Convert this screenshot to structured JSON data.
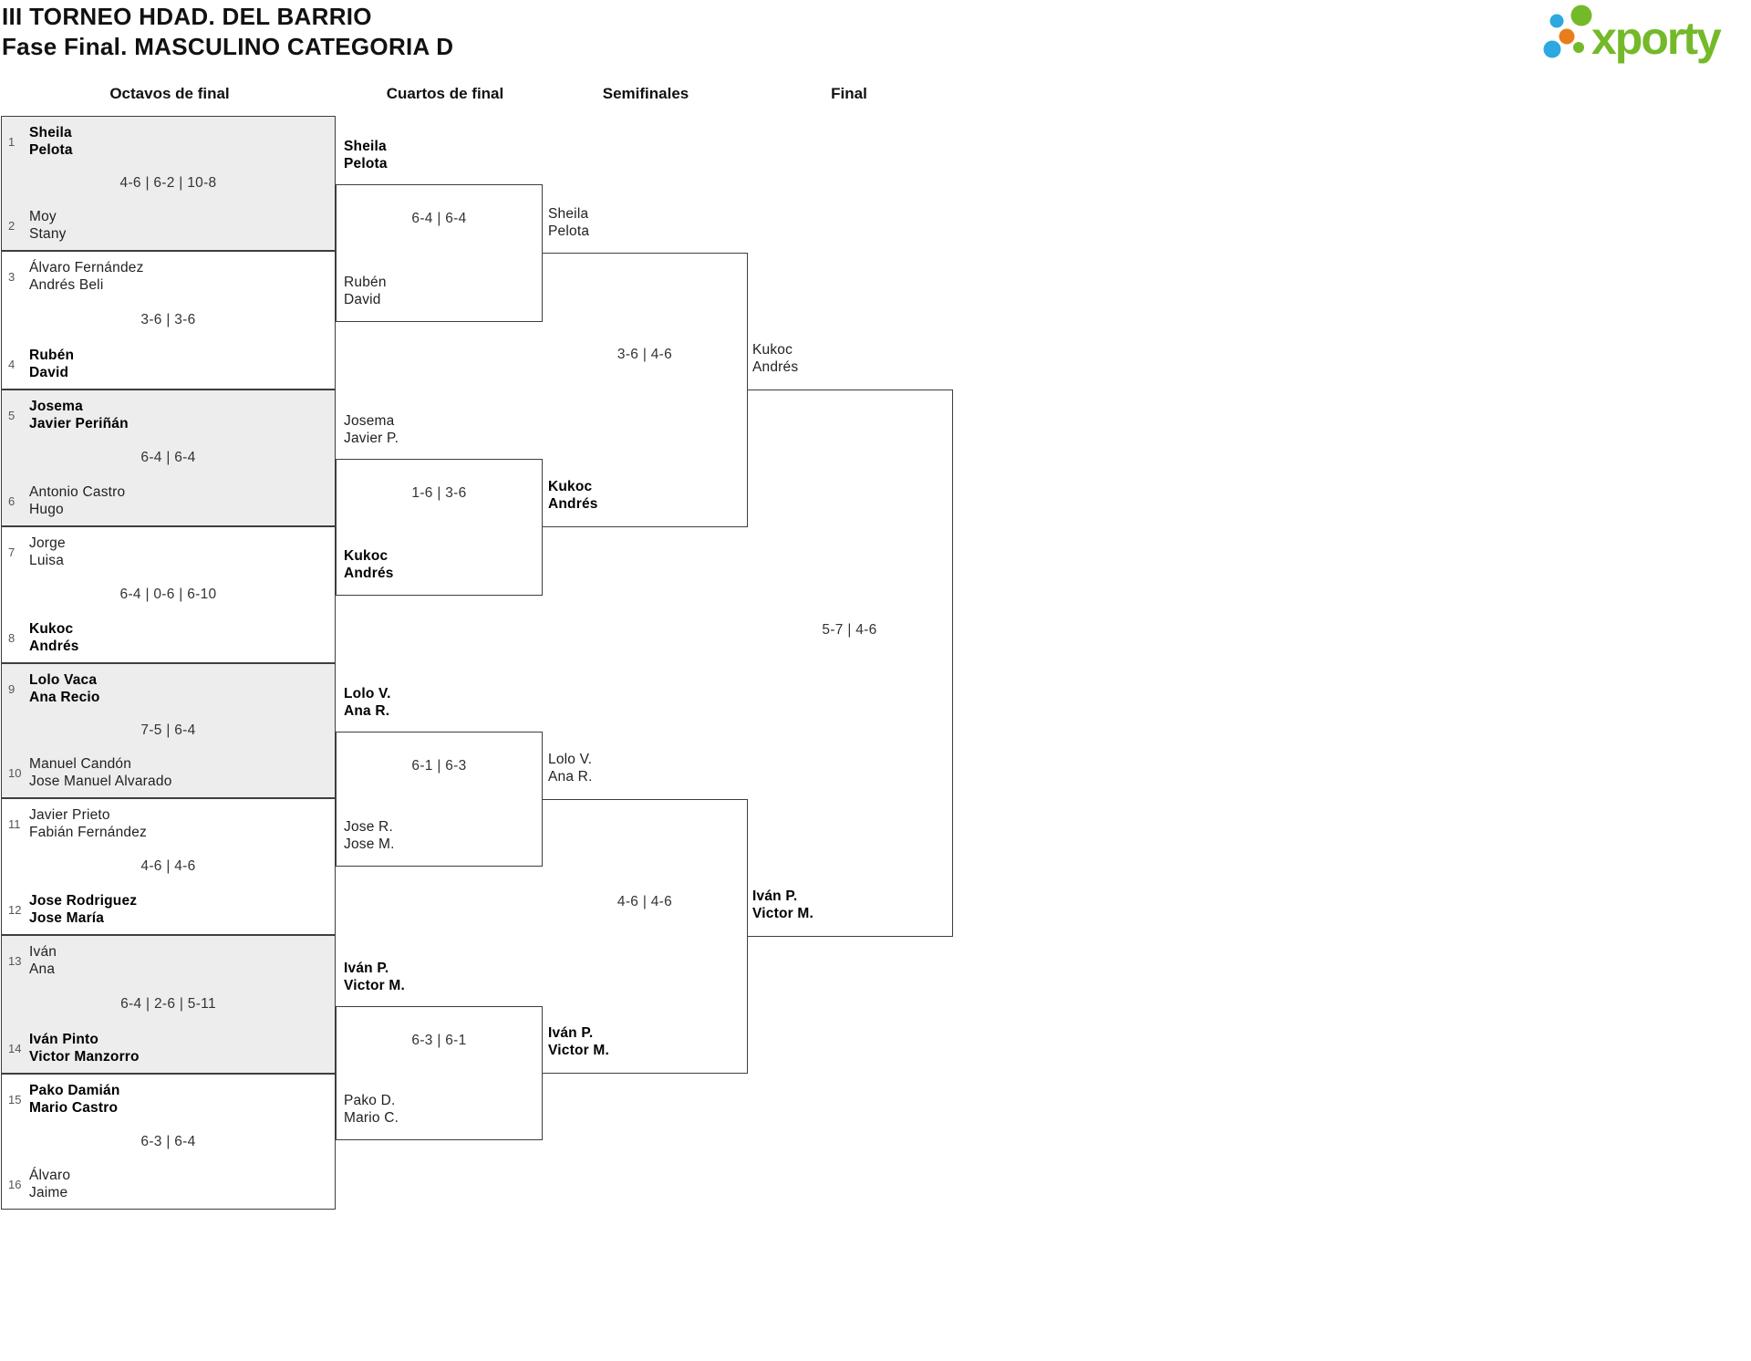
{
  "title": {
    "line1": "III TORNEO HDAD. DEL BARRIO",
    "line2": "Fase Final. MASCULINO CATEGORIA D"
  },
  "logo": {
    "text": "xporty",
    "green": "#74B929",
    "blue": "#2BA9E0",
    "orange": "#E87E1B"
  },
  "colors": {
    "bracket_line": "#3E3E3E",
    "match_fill_alt": "#EDEDED"
  },
  "rounds": [
    "Octavos de final",
    "Cuartos de final",
    "Semifinales",
    "Final"
  ],
  "bracket": {
    "octavos": [
      {
        "seedA": "1",
        "teamA": [
          "Sheila",
          "Pelota"
        ],
        "winnerA": true,
        "score": "4-6 | 6-2 | 10-8",
        "seedB": "2",
        "teamB": [
          "Moy",
          "Stany"
        ],
        "winnerB": false
      },
      {
        "seedA": "3",
        "teamA": [
          "Álvaro Fernández",
          "Andrés Beli"
        ],
        "winnerA": false,
        "score": "3-6 | 3-6",
        "seedB": "4",
        "teamB": [
          "Rubén",
          "David"
        ],
        "winnerB": true
      },
      {
        "seedA": "5",
        "teamA": [
          "Josema",
          "Javier Periñán"
        ],
        "winnerA": true,
        "score": "6-4 | 6-4",
        "seedB": "6",
        "teamB": [
          "Antonio Castro",
          "Hugo"
        ],
        "winnerB": false
      },
      {
        "seedA": "7",
        "teamA": [
          "Jorge",
          "Luisa"
        ],
        "winnerA": false,
        "score": "6-4 | 0-6 | 6-10",
        "seedB": "8",
        "teamB": [
          "Kukoc",
          "Andrés"
        ],
        "winnerB": true
      },
      {
        "seedA": "9",
        "teamA": [
          "Lolo Vaca",
          "Ana Recio"
        ],
        "winnerA": true,
        "score": "7-5 | 6-4",
        "seedB": "10",
        "teamB": [
          "Manuel Candón",
          "Jose Manuel Alvarado"
        ],
        "winnerB": false
      },
      {
        "seedA": "11",
        "teamA": [
          "Javier Prieto",
          "Fabián Fernández"
        ],
        "winnerA": false,
        "score": "4-6 | 4-6",
        "seedB": "12",
        "teamB": [
          "Jose Rodriguez",
          "Jose María"
        ],
        "winnerB": true
      },
      {
        "seedA": "13",
        "teamA": [
          "Iván",
          "Ana"
        ],
        "winnerA": false,
        "score": "6-4 | 2-6 | 5-11",
        "seedB": "14",
        "teamB": [
          "Iván Pinto",
          "Victor Manzorro"
        ],
        "winnerB": true
      },
      {
        "seedA": "15",
        "teamA": [
          "Pako Damián",
          "Mario Castro"
        ],
        "winnerA": true,
        "score": "6-3 | 6-4",
        "seedB": "16",
        "teamB": [
          "Álvaro",
          "Jaime"
        ],
        "winnerB": false
      }
    ],
    "cuartos": [
      {
        "teamA": [
          "Sheila",
          "Pelota"
        ],
        "winnerA": true,
        "score": "6-4 | 6-4",
        "teamB": [
          "Rubén",
          "David"
        ],
        "winnerB": false
      },
      {
        "teamA": [
          "Josema",
          "Javier P."
        ],
        "winnerA": false,
        "score": "1-6 | 3-6",
        "teamB": [
          "Kukoc",
          "Andrés"
        ],
        "winnerB": true
      },
      {
        "teamA": [
          "Lolo V.",
          "Ana R."
        ],
        "winnerA": true,
        "score": "6-1 | 6-3",
        "teamB": [
          "Jose R.",
          "Jose M."
        ],
        "winnerB": false
      },
      {
        "teamA": [
          "Iván P.",
          "Victor M."
        ],
        "winnerA": true,
        "score": "6-3 | 6-1",
        "teamB": [
          "Pako D.",
          "Mario C."
        ],
        "winnerB": false
      }
    ],
    "semifinales": [
      {
        "teamA": [
          "Sheila",
          "Pelota"
        ],
        "winnerA": false,
        "score": "3-6 | 4-6",
        "teamB": [
          "Kukoc",
          "Andrés"
        ],
        "winnerB": true
      },
      {
        "teamA": [
          "Lolo V.",
          "Ana R."
        ],
        "winnerA": false,
        "score": "4-6 | 4-6",
        "teamB": [
          "Iván P.",
          "Victor M."
        ],
        "winnerB": true
      }
    ],
    "final": {
      "teamA": [
        "Kukoc",
        "Andrés"
      ],
      "winnerA": false,
      "score": "5-7 | 4-6",
      "teamB": [
        "Iván P.",
        "Victor M."
      ],
      "winnerB": true
    }
  }
}
